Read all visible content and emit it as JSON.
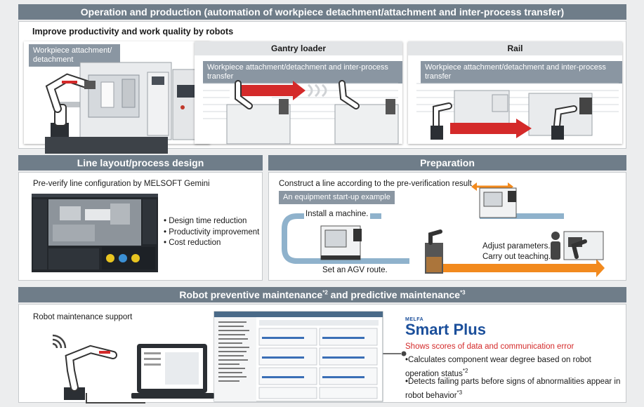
{
  "colors": {
    "band": "#6f7d89",
    "accent_red": "#d42a2a",
    "arrow_orange": "#f28a1e",
    "tag_gray": "#8a96a2",
    "track_blue": "#8fb2cc"
  },
  "operation": {
    "band_title": "Operation and production (automation of workpiece detachment/attachment and inter-process transfer)",
    "subtitle": "Improve productivity and work quality by robots",
    "card1_tag": "Workpiece attachment/ detachment",
    "gantry": {
      "title": "Gantry loader",
      "tag": "Workpiece attachment/detachment and inter-process transfer"
    },
    "rail": {
      "title": "Rail",
      "tag": "Workpiece attachment/detachment and inter-process transfer"
    }
  },
  "layout": {
    "band_title": "Line layout/process design",
    "heading": "Pre-verify line configuration by MELSOFT Gemini",
    "bullets": [
      "Design time reduction",
      "Productivity improvement",
      "Cost reduction"
    ]
  },
  "preparation": {
    "band_title": "Preparation",
    "heading": "Construct a line according to the pre-verification result",
    "tag": "An equipment start-up example",
    "step_install": "Install a machine.",
    "step_adjust_1": "Adjust parameters.",
    "step_adjust_2": "Carry out teaching.",
    "step_agv": "Set an AGV route."
  },
  "maintenance": {
    "band_title_a": "Robot preventive maintenance",
    "band_sup_a": "*2",
    "band_title_b": " and predictive maintenance",
    "band_sup_b": "*3",
    "heading": "Robot maintenance support",
    "logo_small": "MELFA",
    "logo_main": "Smart Plus",
    "red_text": "Shows scores of data and communication error",
    "bullet1": "•Calculates component wear degree based on robot operation status",
    "bullet1_sup": "*2",
    "bullet2": "•Detects failing parts before signs of abnormalities appear in robot behavior",
    "bullet2_sup": "*3"
  },
  "icons": [
    "robot-arm-icon",
    "cnc-machine-icon",
    "wifi-signal-icon",
    "laptop-icon",
    "operator-icon",
    "agv-icon"
  ]
}
